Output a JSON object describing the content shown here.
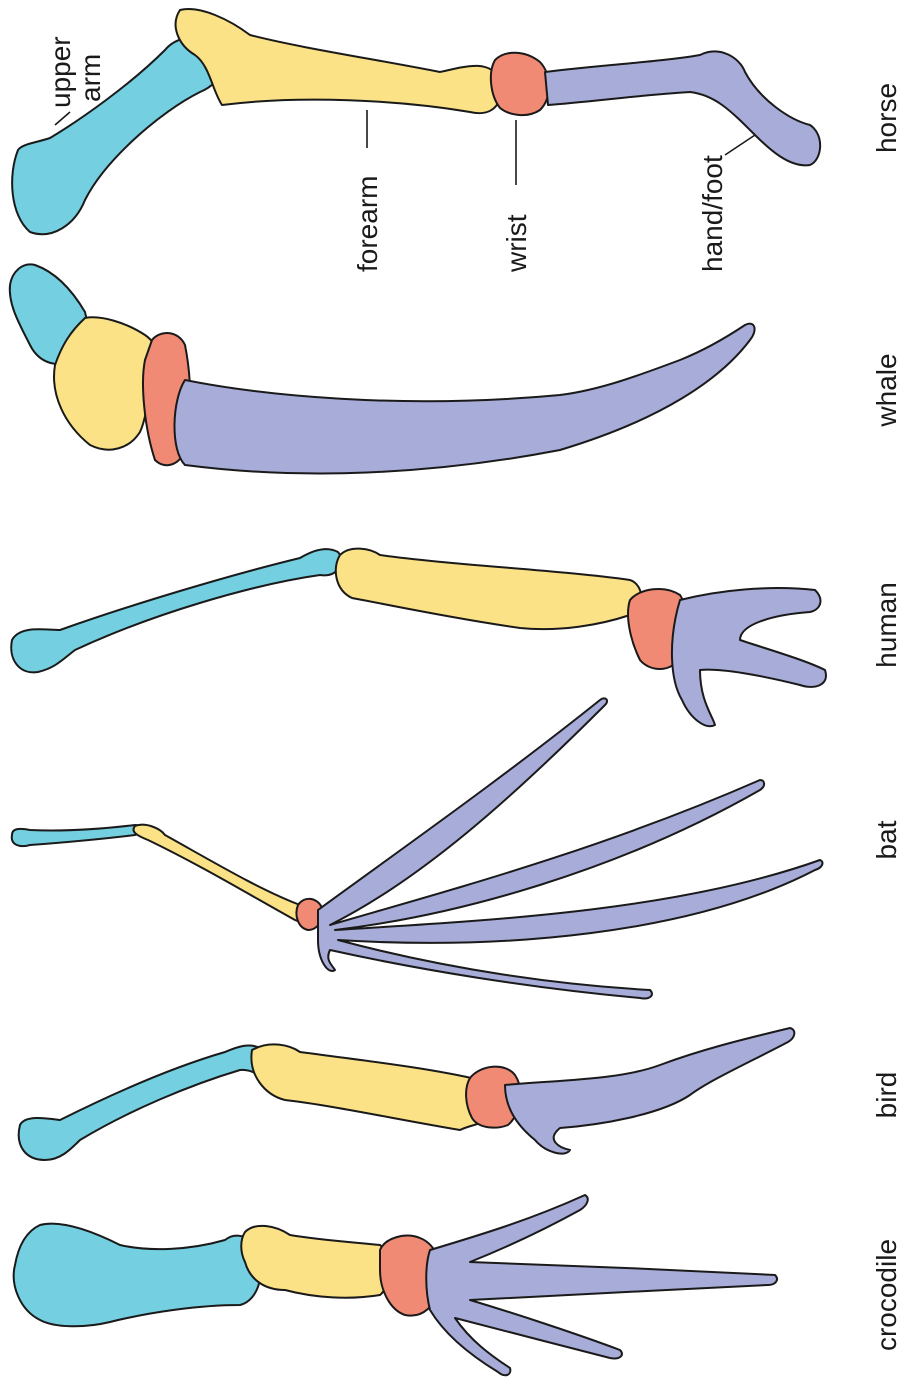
{
  "colors": {
    "upper_arm": "#74cfe0",
    "forearm": "#fbe287",
    "wrist": "#f08a74",
    "hand": "#a8acd8",
    "outline": "#1a1a1a",
    "background": "#ffffff"
  },
  "part_labels": {
    "upper_arm_line1": "upper",
    "upper_arm_line2": "arm",
    "forearm": "forearm",
    "wrist": "wrist",
    "hand": "hand/foot"
  },
  "animals": [
    {
      "key": "horse",
      "label": "horse"
    },
    {
      "key": "whale",
      "label": "whale"
    },
    {
      "key": "human",
      "label": "human"
    },
    {
      "key": "bat",
      "label": "bat"
    },
    {
      "key": "bird",
      "label": "bird"
    },
    {
      "key": "crocodile",
      "label": "crocodile"
    }
  ]
}
